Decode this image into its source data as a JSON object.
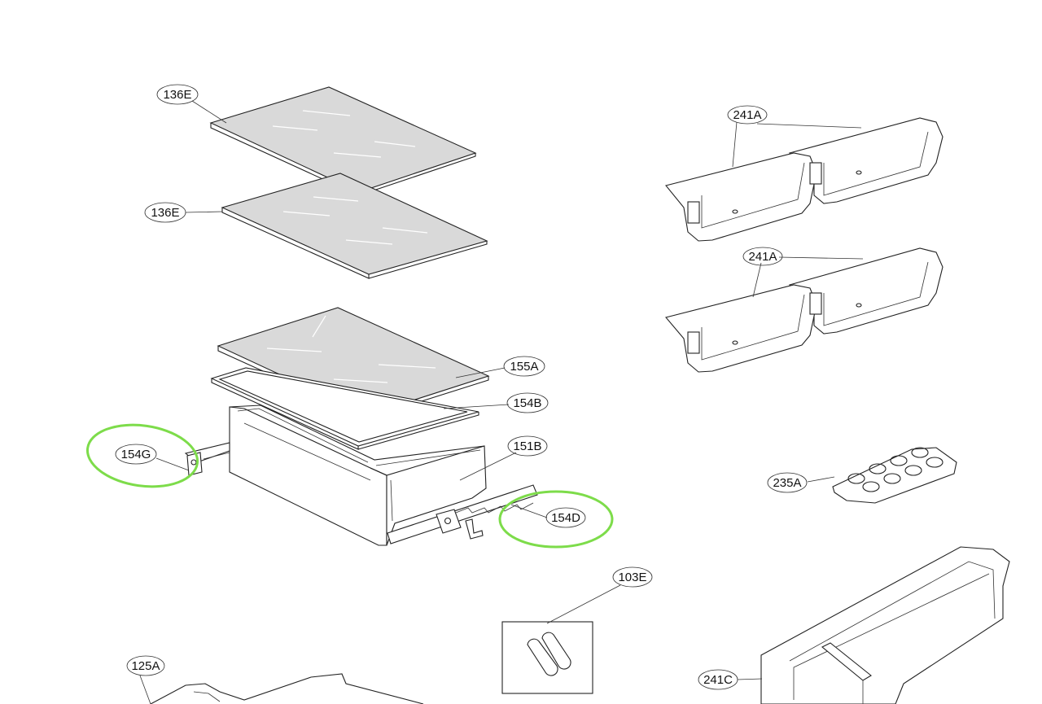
{
  "labels": {
    "shelf_top": "136E",
    "shelf_second": "136E",
    "bin_right_top": "241A",
    "bin_right_middle": "241A",
    "crisper_cover_glass": "155A",
    "crisper_cover_frame": "154B",
    "crisper_drawer": "151B",
    "slide_rail_left": "154G",
    "slide_rail_right": "154D",
    "egg_tray": "235A",
    "part_box": "103E",
    "bottom_left_part": "125A",
    "door_bin_large": "241C"
  },
  "colors": {
    "highlight_ring": "#7ddc4a",
    "line": "#222222",
    "glass_fill": "#d9d9d9"
  }
}
